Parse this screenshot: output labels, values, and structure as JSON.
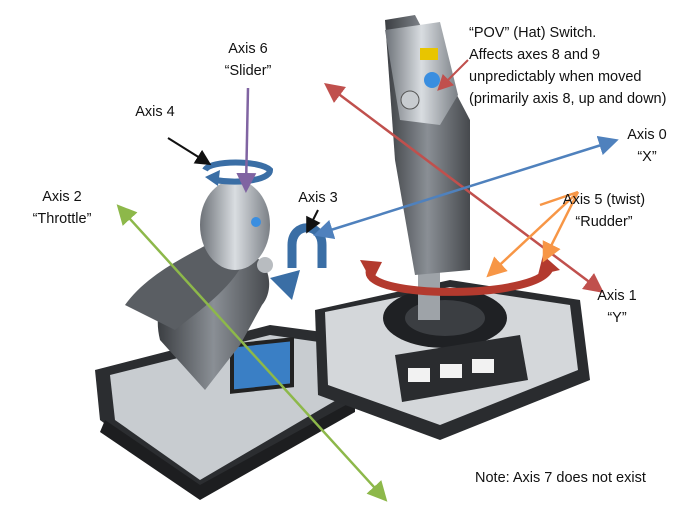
{
  "labels": {
    "axis6": {
      "name": "Axis 6",
      "alias": "“Slider”"
    },
    "axis4": {
      "name": "Axis 4"
    },
    "axis2": {
      "name": "Axis 2",
      "alias": "“Throttle”"
    },
    "axis3": {
      "name": "Axis 3"
    },
    "pov": {
      "lines": [
        "“POV” (Hat) Switch.",
        "Affects axes 8 and 9",
        "unpredictably when moved",
        "(primarily axis 8, up and down)"
      ]
    },
    "axis0": {
      "name": "Axis 0",
      "alias": "“X”"
    },
    "axis5": {
      "name": "Axis 5 (twist)",
      "alias": "“Rudder”"
    },
    "axis1": {
      "name": "Axis 1",
      "alias": "“Y”"
    },
    "note": "Note: Axis 7 does not exist"
  },
  "colors": {
    "axis2_arrow": "#8db84a",
    "axis1_arrow": "#c0504d",
    "axis0_arrow": "#4f81bd",
    "axis6_arrow": "#8064a2",
    "axis5_arrow": "#f79646",
    "rotation_arrow_blue": "#3a6ea5",
    "rotation_arrow_red": "#b33a2e"
  }
}
